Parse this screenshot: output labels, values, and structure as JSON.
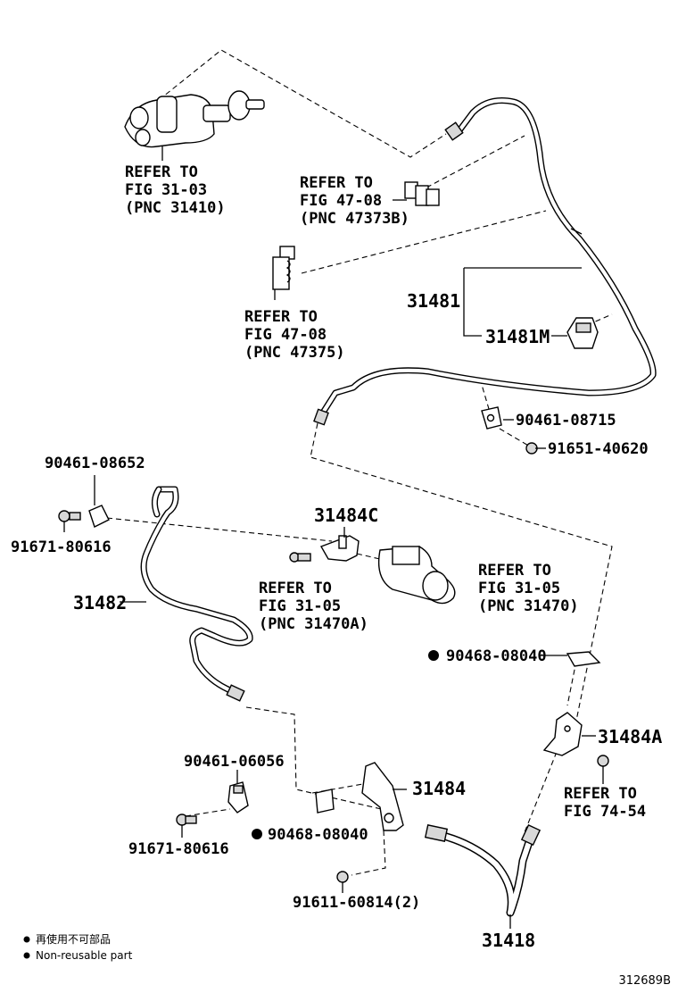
{
  "references": {
    "clutch_master": {
      "line1": "REFER TO",
      "line2": "FIG 31-03",
      "line3": "(PNC 31410)"
    },
    "clamp_47373b": {
      "line1": "REFER TO",
      "line2": "FIG 47-08",
      "line3": "(PNC 47373B)"
    },
    "clamp_47375": {
      "line1": "REFER TO",
      "line2": "FIG 47-08",
      "line3": "(PNC 47375)"
    },
    "release_31470a": {
      "line1": "REFER TO",
      "line2": "FIG 31-05",
      "line3": "(PNC 31470A)"
    },
    "release_31470": {
      "line1": "REFER TO",
      "line2": "FIG 31-05",
      "line3": "(PNC 31470)"
    },
    "fig_74_54": {
      "line1": "REFER TO",
      "line2": "FIG 74-54"
    }
  },
  "parts": {
    "p31481": "31481",
    "p31481m": "31481M",
    "p90461_08715": "90461-08715",
    "p91651_40620": "91651-40620",
    "p90461_08652": "90461-08652",
    "p91671_80616_a": "91671-80616",
    "p31484c": "31484C",
    "p31482": "31482",
    "p90468_08040_a": "90468-08040",
    "p31484a": "31484A",
    "p90461_06056": "90461-06056",
    "p31484": "31484",
    "p91671_80616_b": "91671-80616",
    "p90468_08040_b": "90468-08040",
    "p91611_60814": "91611-60814(2)",
    "p31418": "31418"
  },
  "legend": {
    "jp": "再使用不可部品",
    "en": "Non-reusable part"
  },
  "figure_id": "312689B"
}
